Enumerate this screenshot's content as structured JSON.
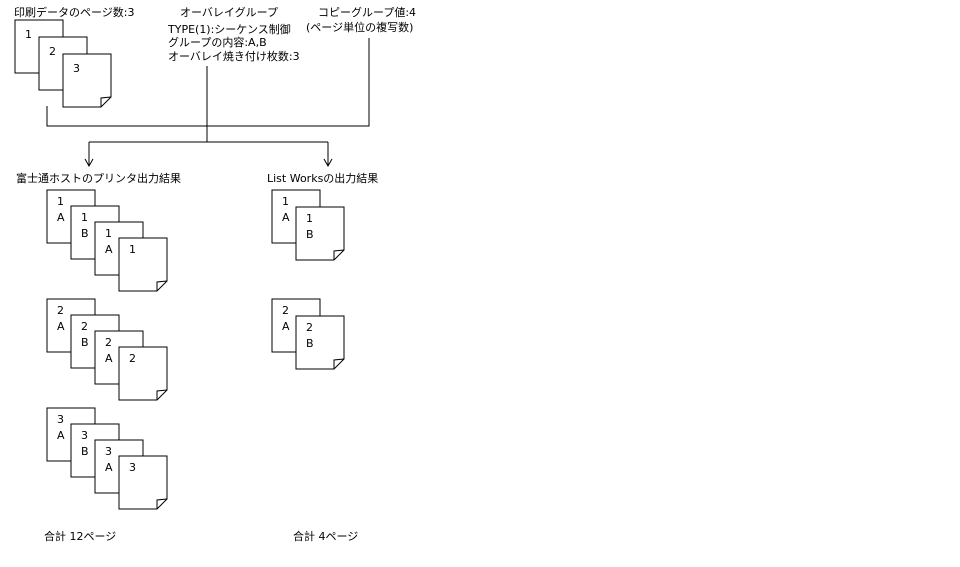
{
  "header": {
    "print_pages_label": "印刷データのページ数:3",
    "overlay_title": "オーバレイグループ",
    "overlay_lines": [
      "TYPE(1):シーケンス制御",
      "グループの内容:A,B",
      "オーバレイ焼き付け枚数:3"
    ],
    "copy_group_lines": [
      "コピーグループ値:4",
      "(ページ単位の複写数)"
    ]
  },
  "input_pages": [
    "1",
    "2",
    "3"
  ],
  "fujitsu": {
    "title": "富士通ホストのプリンタ出力結果",
    "groups": [
      {
        "number": "1",
        "sheets": [
          {
            "num": "1",
            "overlay": "A"
          },
          {
            "num": "1",
            "overlay": "B"
          },
          {
            "num": "1",
            "overlay": "A"
          },
          {
            "num": "1",
            "overlay": ""
          }
        ]
      },
      {
        "number": "2",
        "sheets": [
          {
            "num": "2",
            "overlay": "A"
          },
          {
            "num": "2",
            "overlay": "B"
          },
          {
            "num": "2",
            "overlay": "A"
          },
          {
            "num": "2",
            "overlay": ""
          }
        ]
      },
      {
        "number": "3",
        "sheets": [
          {
            "num": "3",
            "overlay": "A"
          },
          {
            "num": "3",
            "overlay": "B"
          },
          {
            "num": "3",
            "overlay": "A"
          },
          {
            "num": "3",
            "overlay": ""
          }
        ]
      }
    ],
    "total": "合計 12ページ"
  },
  "listworks": {
    "title": "List Worksの出力結果",
    "groups": [
      {
        "number": "1",
        "sheets": [
          {
            "num": "1",
            "overlay": "A"
          },
          {
            "num": "1",
            "overlay": "B"
          }
        ]
      },
      {
        "number": "2",
        "sheets": [
          {
            "num": "2",
            "overlay": "A"
          },
          {
            "num": "2",
            "overlay": "B"
          }
        ]
      }
    ],
    "total": "合計 4ページ"
  }
}
